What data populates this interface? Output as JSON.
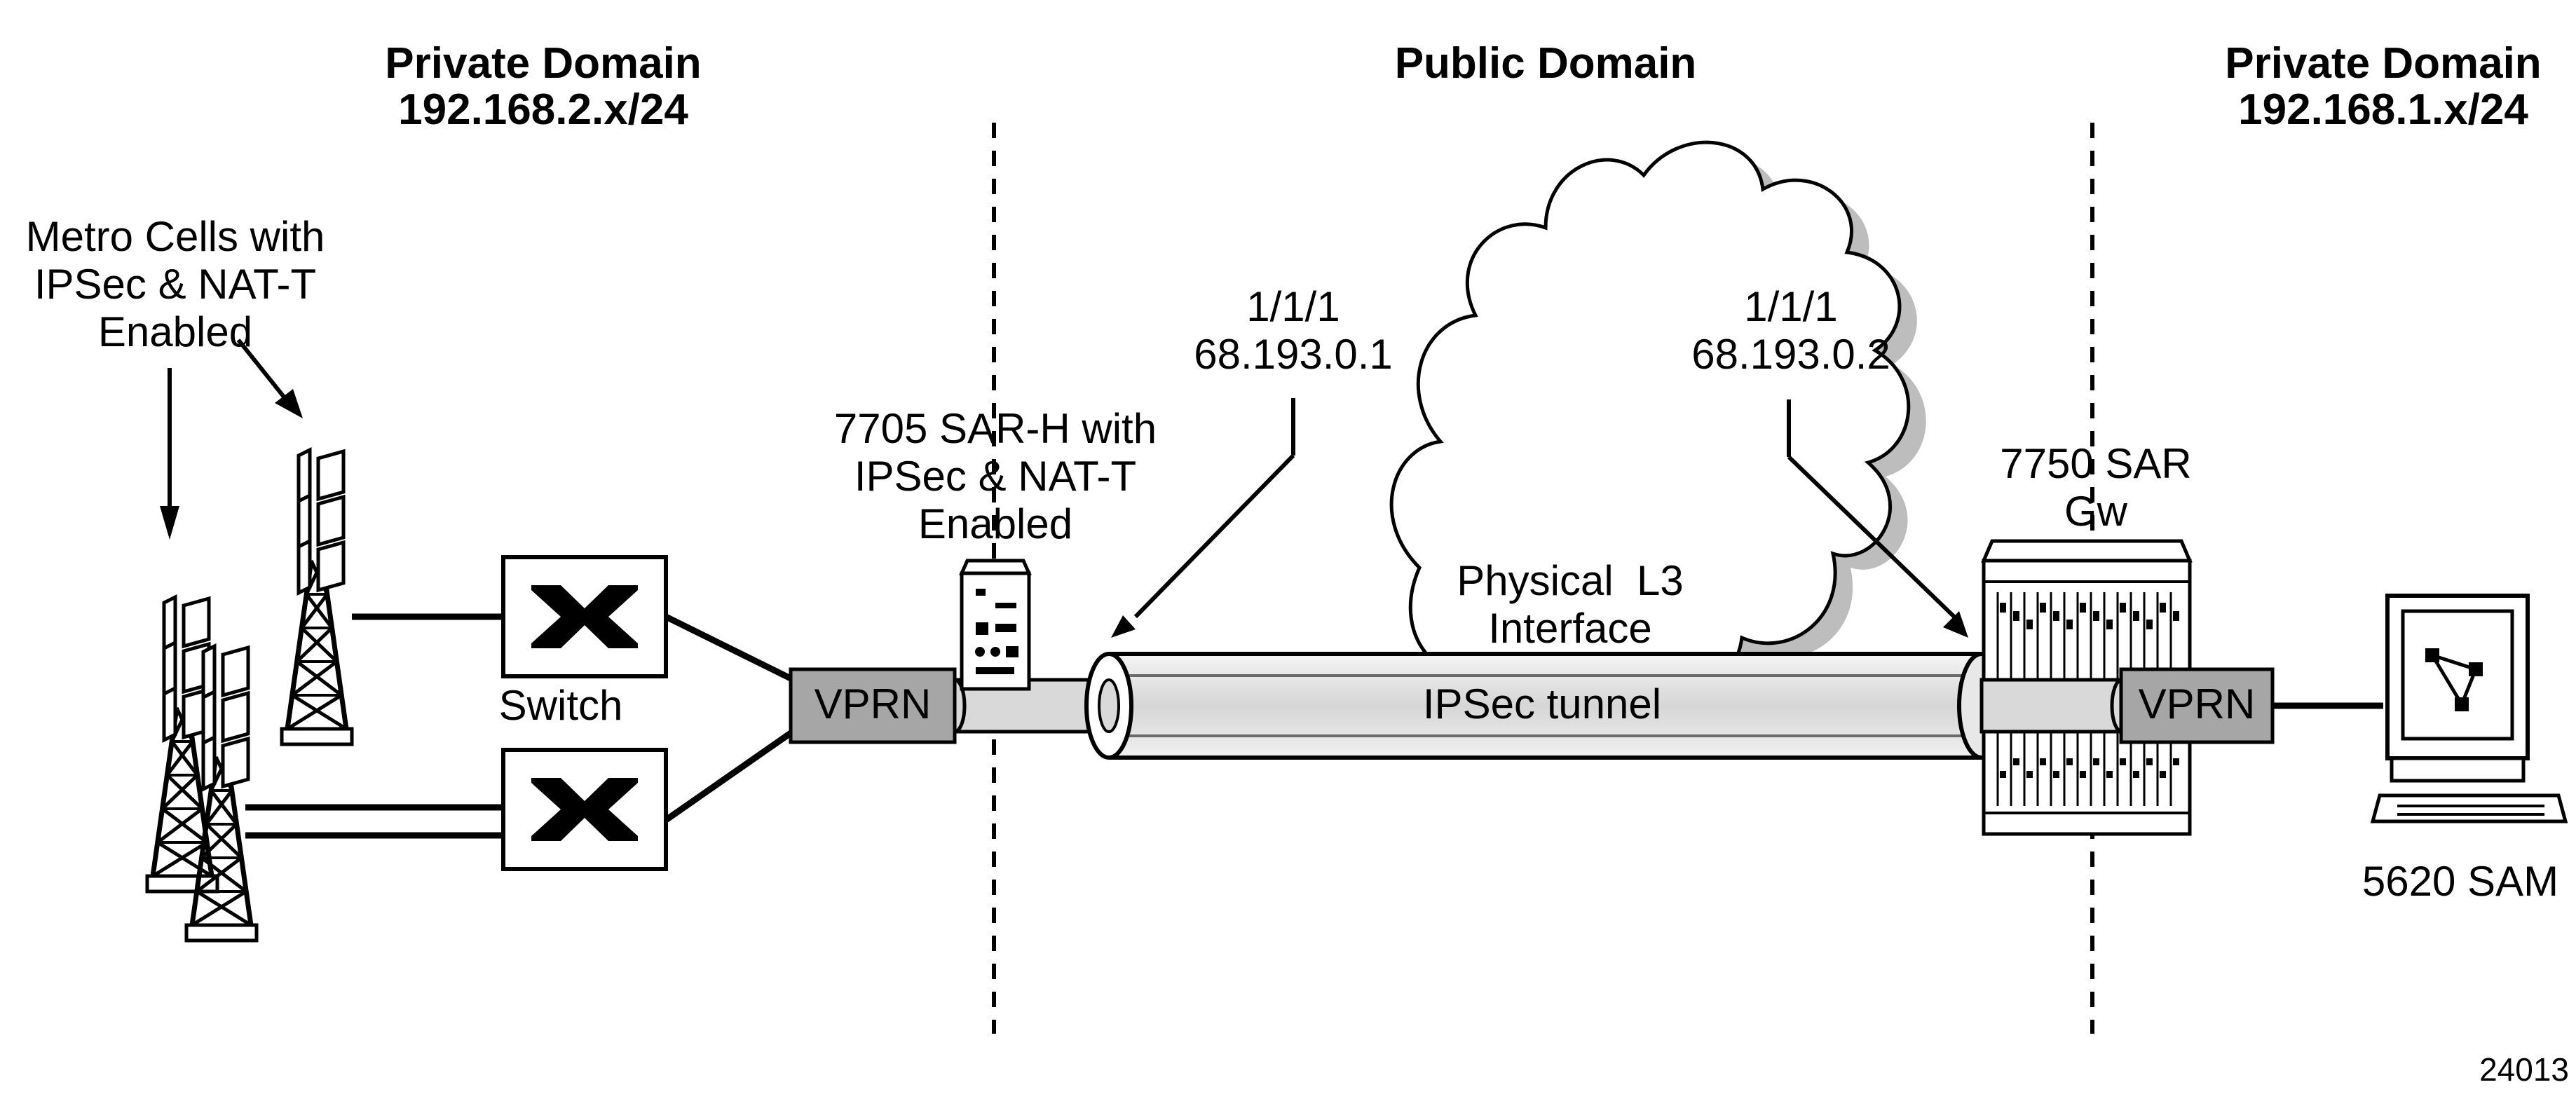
{
  "domains": {
    "left": {
      "title": "Private Domain",
      "subnet": "192.168.2.x/24"
    },
    "center": {
      "title": "Public Domain"
    },
    "right": {
      "title": "Private Domain",
      "subnet": "192.168.1.x/24"
    }
  },
  "metro_cells": {
    "line1": "Metro Cells with",
    "line2": "IPSec & NAT-T",
    "line3": "Enabled"
  },
  "switch": {
    "label": "Switch"
  },
  "sar_h": {
    "line1": "7705 SAR-H with",
    "line2": "IPSec & NAT-T",
    "line3": "Enabled"
  },
  "port_left": {
    "port": "1/1/1",
    "ip": "68.193.0.1"
  },
  "port_right": {
    "port": "1/1/1",
    "ip": "68.193.0.2"
  },
  "cloud": {
    "line1": "Physical  L3",
    "line2": "Interface"
  },
  "tunnel": {
    "label": "IPSec tunnel"
  },
  "vprn_left": {
    "label": "VPRN"
  },
  "vprn_right": {
    "label": "VPRN"
  },
  "gateway": {
    "line1": "7750 SAR",
    "line2": "Gw"
  },
  "sam": {
    "label": "5620 SAM"
  },
  "figure_id": "24013",
  "colors": {
    "vprn_fill": "#a6a6a6",
    "tunnel_fill": "#d9d9d9",
    "cloud_shadow": "#bdbdbd",
    "ink": "#000000"
  }
}
